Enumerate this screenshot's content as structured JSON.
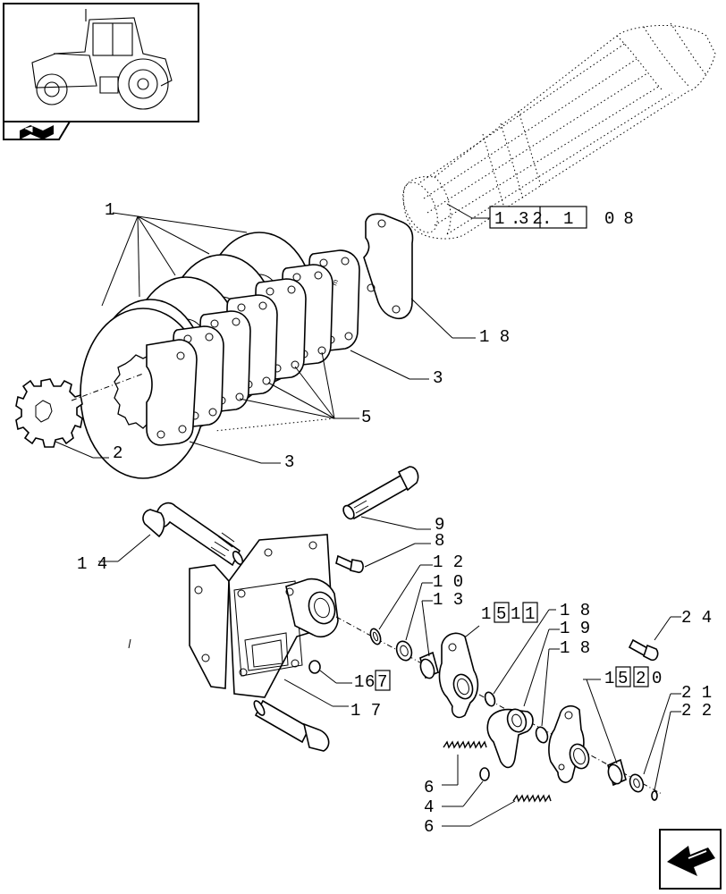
{
  "thumbnail": {
    "icon": "tractor-icon",
    "tab_icon": "book-icon"
  },
  "nav": {
    "icon": "next-page-arrow-icon"
  },
  "references": {
    "shaft_ref": [
      "1",
      ".",
      "32",
      ".",
      "1",
      "08"
    ],
    "ref_15_11": [
      "1",
      "5",
      "1",
      "1"
    ],
    "ref_15_20": [
      "1",
      "5",
      "2",
      "0"
    ],
    "ref_16_7": [
      "1",
      "6",
      "7"
    ]
  },
  "callouts": {
    "c1": "1",
    "c2": "2",
    "c3a": "3",
    "c3b": "3",
    "c4": "4",
    "c5": "5",
    "c6a": "6",
    "c6b": "6",
    "c8": "8",
    "c9": "9",
    "c10": "1 0",
    "c12": "1 2",
    "c13": "1 3",
    "c14": "1 4",
    "c17": "1 7",
    "c18a": "1 8",
    "c18b": "1 8",
    "c18c": "1 8",
    "c19": "1 9",
    "c21": "2 1",
    "c22": "2 2",
    "c24": "2 4"
  }
}
